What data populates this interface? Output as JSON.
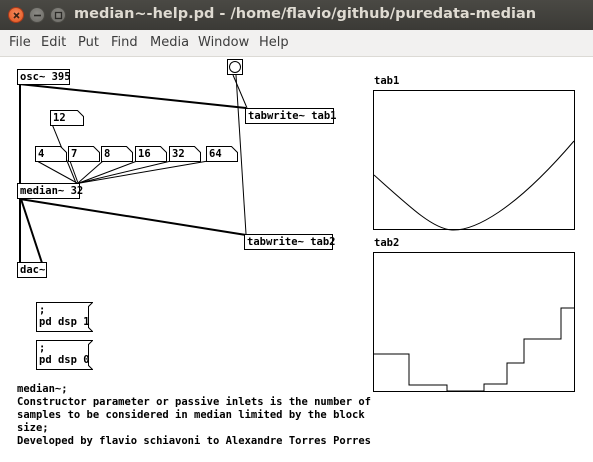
{
  "window": {
    "title": "median~-help.pd  - /home/flavio/github/puredata-median"
  },
  "menu": [
    "File",
    "Edit",
    "Put",
    "Find",
    "Media",
    "Window",
    "Help"
  ],
  "patch": {
    "objects": {
      "osc": "osc~ 395",
      "tabwrite1": "tabwrite~ tab1",
      "median": "median~ 32",
      "tabwrite2": "tabwrite~ tab2",
      "dac": "dac~"
    },
    "numbers": [
      "12",
      "4",
      "7",
      "8",
      "16",
      "32",
      "64"
    ],
    "messages": {
      "dsp_on": ";\npd dsp 1",
      "dsp_off": ";\npd dsp 0"
    },
    "arrays": [
      {
        "name": "tab1"
      },
      {
        "name": "tab2"
      }
    ],
    "comment": "median~;\nConstructor parameter or passive inlets is the number of\nsamples to be considered in median limited by the block\nsize;\nDeveloped by flavio schiavoni to Alexandre Torres Porres"
  }
}
